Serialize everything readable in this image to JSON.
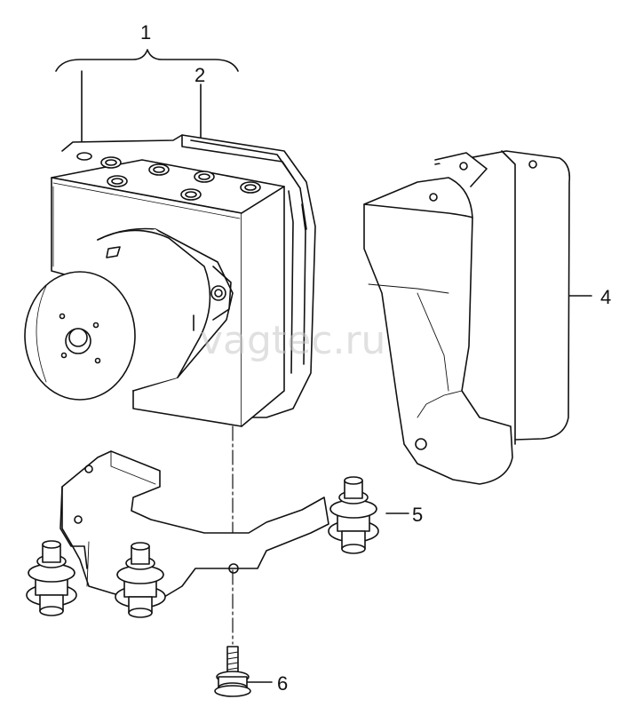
{
  "diagram": {
    "callouts": [
      {
        "id": "1",
        "label": "1"
      },
      {
        "id": "2",
        "label": "2"
      },
      {
        "id": "4",
        "label": "4"
      },
      {
        "id": "5",
        "label": "5"
      },
      {
        "id": "6",
        "label": "6"
      }
    ],
    "watermark": "vagtec.ru"
  }
}
